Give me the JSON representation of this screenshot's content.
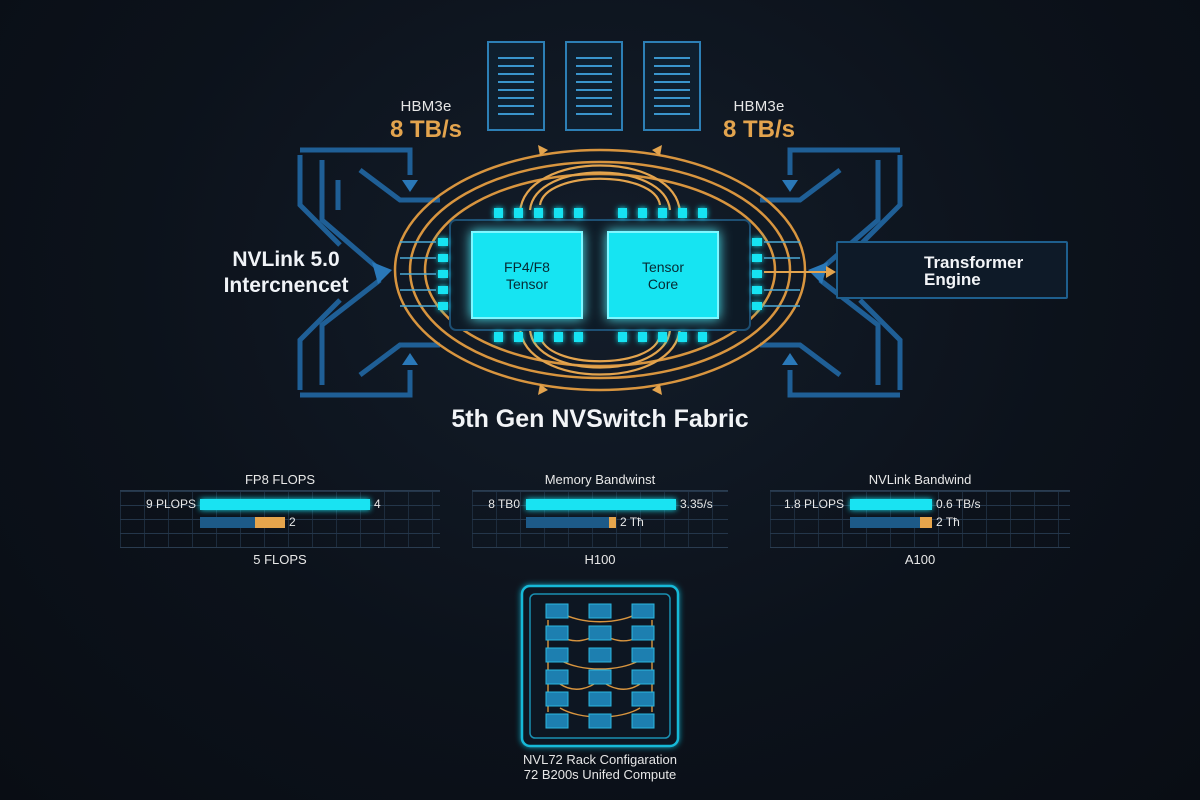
{
  "hbm": {
    "left": {
      "title": "HBM3e",
      "value": "8 TB/s"
    },
    "right": {
      "title": "HBM3e",
      "value": "8 TB/s"
    }
  },
  "nvlink": {
    "line1": "NVLink 5.0",
    "line2": "Intercnencet"
  },
  "fabric_label": "5th Gen NVSwitch Fabric",
  "chips": [
    {
      "line1": "FP4/F8",
      "line2": "Tensor"
    },
    {
      "line1": "Tensor",
      "line2": "Core"
    }
  ],
  "transformer_engine": {
    "line1": "Transformer",
    "line2": "Engine"
  },
  "chart_data": [
    {
      "type": "bar",
      "title": "FP8 FLOPS",
      "footer": "5 FLOPS",
      "left_label": "9 PLOPS",
      "series": [
        {
          "label": "4",
          "value": 4,
          "color": "#19e3f2"
        },
        {
          "label": "2",
          "value": 2,
          "color": "#1d5a88",
          "highlight_value": 0.7,
          "highlight_color": "#e6a54c"
        }
      ],
      "max": 4
    },
    {
      "type": "bar",
      "title": "Memory Bandwinst",
      "footer": "H100",
      "left_label": "8 TB0",
      "series": [
        {
          "label": "3.35/s",
          "value": 3.35,
          "color": "#19e3f2"
        },
        {
          "label": "2 Tħ",
          "value": 2,
          "color": "#1d5a88",
          "highlight_value": 0.15,
          "highlight_color": "#e6a54c"
        }
      ],
      "max": 3.35
    },
    {
      "type": "bar",
      "title": "NVLink Bandwind",
      "footer": "A100",
      "left_label": "1.8 PLOPS",
      "series": [
        {
          "label": "0.6 TB/s",
          "value": 0.6,
          "color": "#19e3f2"
        },
        {
          "label": "2 Tħ",
          "value": 0.6,
          "color": "#1d5a88",
          "highlight_value": 0.09,
          "highlight_color": "#e6a54c"
        }
      ],
      "max": 0.6
    }
  ],
  "rack": {
    "line1": "NVL72 Rack Configaration",
    "line2": "72 B200s Unifed Compute"
  },
  "colors": {
    "cyan": "#19e3f2",
    "orange": "#e3a44e",
    "blue": "#1e5f8e",
    "background": "#0c121b"
  }
}
